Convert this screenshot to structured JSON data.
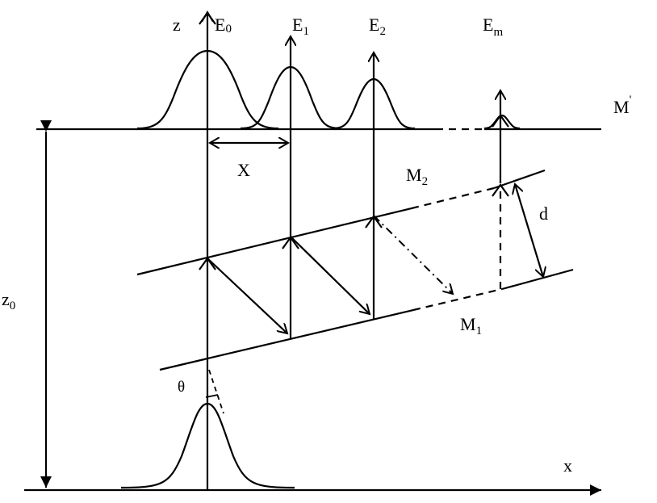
{
  "labels": {
    "z_axis": "z",
    "x_axis": "x",
    "beam0": {
      "main": "E",
      "sub": "0"
    },
    "beam1": {
      "main": "E",
      "sub": "1"
    },
    "beam2": {
      "main": "E",
      "sub": "2"
    },
    "beamm": {
      "main": "E",
      "sub": "m"
    },
    "mirror_top": {
      "main": "M",
      "sup": "'"
    },
    "mirror2": {
      "main": "M",
      "sub": "2"
    },
    "mirror1": {
      "main": "M",
      "sub": "1"
    },
    "separation": "X",
    "spacing": "d",
    "height": {
      "main": "z",
      "sub": "0"
    },
    "angle": "θ"
  }
}
